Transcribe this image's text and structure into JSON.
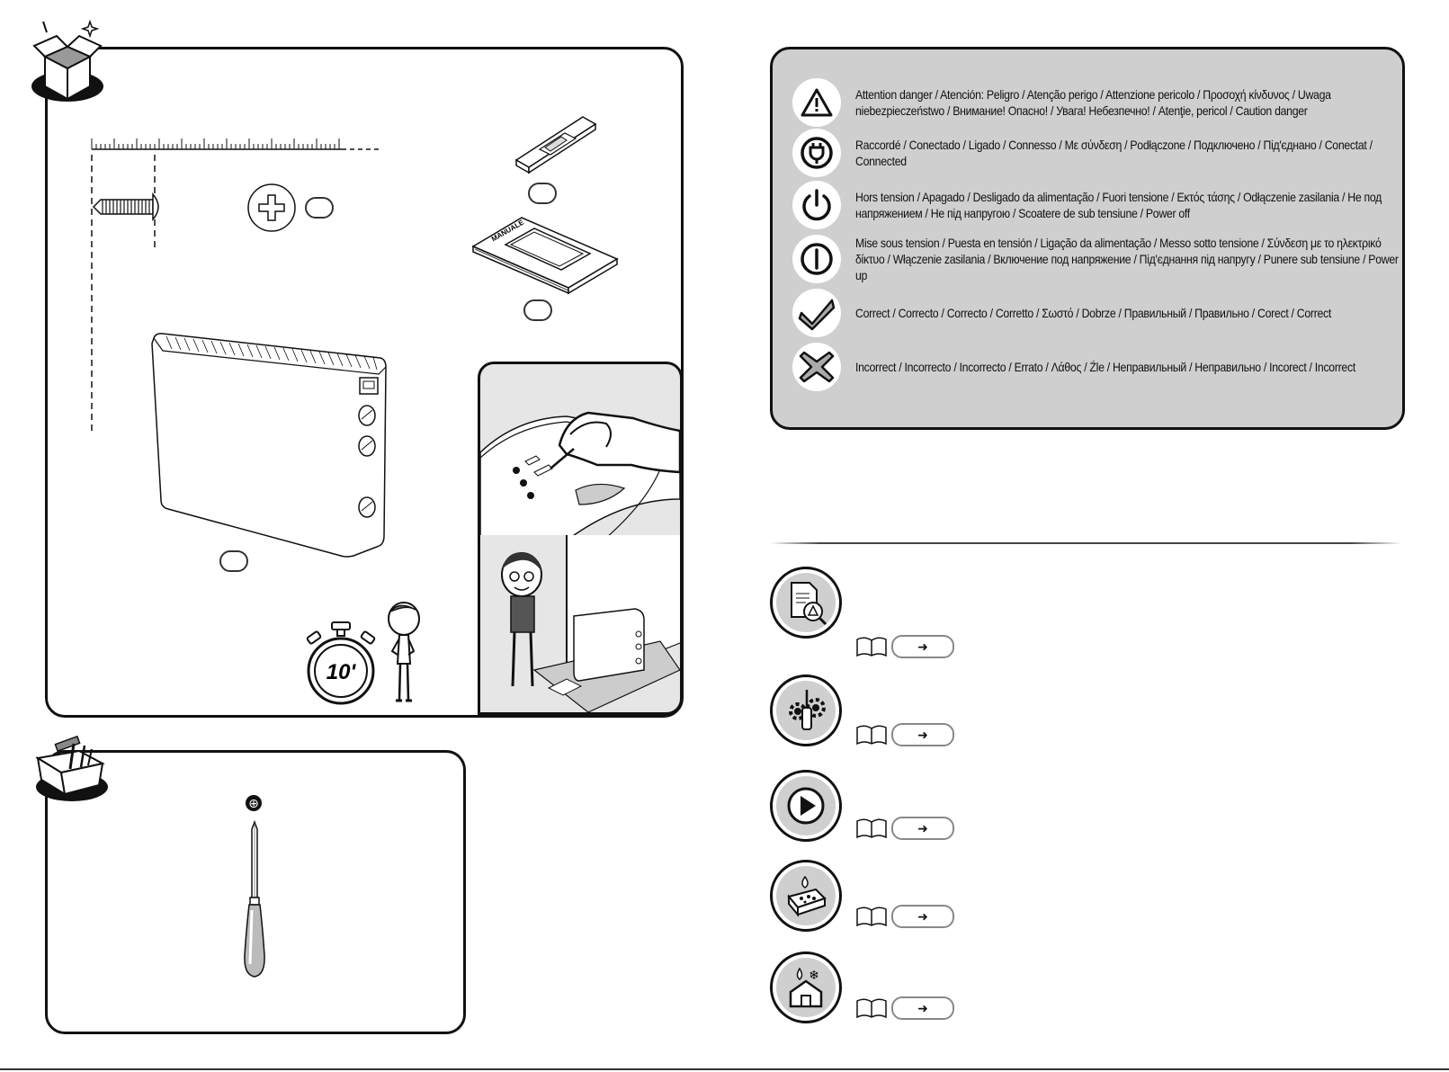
{
  "legend": [
    {
      "icon": "warning-triangle-icon",
      "text": "Attention danger / Atención: Peligro / Atenção perigo / Attenzione pericolo / Προσοχή κίνδυνος / Uwaga niebezpieczeństwo / Внимание! Опасно! / Увага! Небезпечно! / Atenţie, pericol / Caution danger"
    },
    {
      "icon": "plug-connected-icon",
      "text": "Raccordé / Conectado / Ligado / Connesso / Με σύνδεση / Podłączone / Подключено / Під'єднано / Conectat / Connected"
    },
    {
      "icon": "power-off-icon",
      "text": "Hors tension / Apagado / Desligado da alimentação / Fuori tensione / Εκτός τάσης / Odłączenie zasilania / Не под напряжением / Не під напругою / Scoatere de sub tensiune / Power off"
    },
    {
      "icon": "power-on-icon",
      "text": "Mise sous tension / Puesta en tensión / Ligação da alimentação / Messo sotto tensione / Σύνδεση με το ηλεκτρικό δίκτυο / Włączenie zasilania / Включение под напряжение / Під'єднання під напругу / Punere sub tensiune / Power up"
    },
    {
      "icon": "correct-check-icon",
      "text": "Correct / Correcto / Correcto / Corretto / Σωστό / Dobrze / Правильный / Правильно / Corect / Correct"
    },
    {
      "icon": "incorrect-cross-icon",
      "text": "Incorrect / Incorrecto / Incorrecto / Errato / Λάθος / Źle / Неправильный / Неправильно / Incorect / Incorrect"
    }
  ],
  "package": {
    "manual_label": "MANUALE",
    "timer_label": "10'"
  },
  "sections": [
    {
      "icon": "document-warning-icon",
      "arrow": "➜"
    },
    {
      "icon": "gears-screwdriver-icon",
      "arrow": "➜"
    },
    {
      "icon": "play-icon",
      "arrow": "➜"
    },
    {
      "icon": "sponge-cleaning-icon",
      "arrow": "➜"
    },
    {
      "icon": "house-weather-icon",
      "arrow": "➜"
    }
  ],
  "tools": {
    "screwdriver_type": "⊕"
  }
}
